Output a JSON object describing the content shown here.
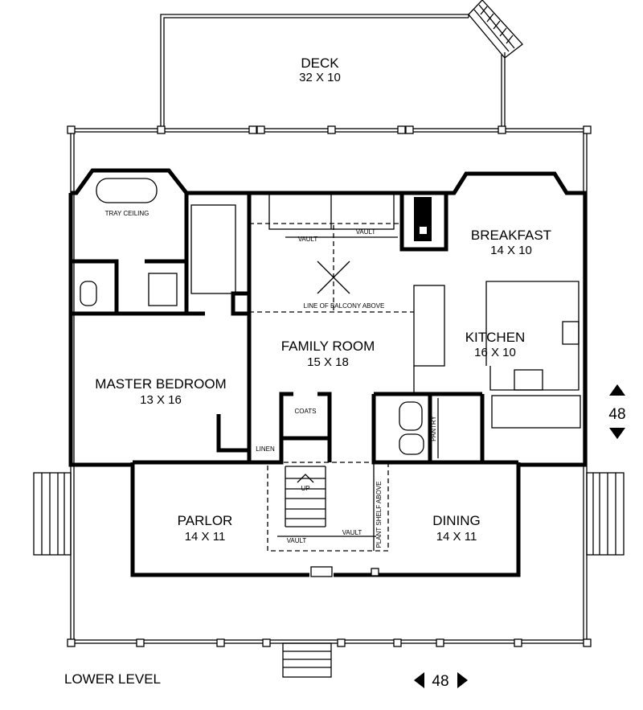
{
  "plan": {
    "level_label": "LOWER LEVEL",
    "rooms": {
      "deck": {
        "name": "DECK",
        "size": "32 X 10"
      },
      "master_bedroom": {
        "name": "MASTER BEDROOM",
        "size": "13 X 16"
      },
      "family_room": {
        "name": "FAMILY ROOM",
        "size": "15 X 18"
      },
      "breakfast": {
        "name": "BREAKFAST",
        "size": "14 X 10"
      },
      "kitchen": {
        "name": "KITCHEN",
        "size": "16 X 10"
      },
      "parlor": {
        "name": "PARLOR",
        "size": "14 X 11"
      },
      "dining": {
        "name": "DINING",
        "size": "14 X 11"
      }
    },
    "notes": {
      "tray_ceiling": "TRAY CEILING",
      "vault_1": "VAULT",
      "vault_2": "VAULT",
      "vault_3": "VAULT",
      "vault_4": "VAULT",
      "balcony": "LINE OF BALCONY ABOVE",
      "coats": "COATS",
      "linen": "LINEN",
      "pantry": "PANTRY",
      "up": "UP",
      "plant_shelf": "PLANT SHELF ABOVE"
    },
    "dimensions": {
      "depth": "48",
      "width": "48"
    }
  }
}
